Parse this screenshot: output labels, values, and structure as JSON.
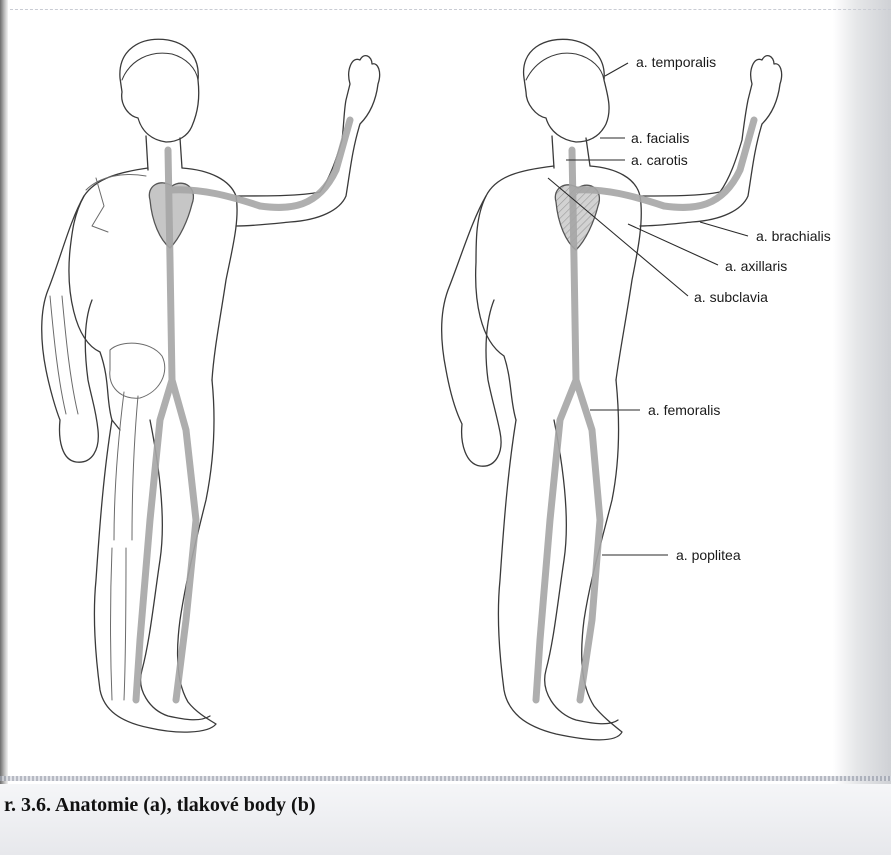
{
  "figure": {
    "caption": "r. 3.6. Anatomie (a), tlakové body (b)",
    "labels": {
      "temporalis": "a. temporalis",
      "facialis": "a. facialis",
      "carotis": "a. carotis",
      "brachialis": "a. brachialis",
      "axillaris": "a. axillaris",
      "subclavia": "a. subclavia",
      "femoralis": "a. femoralis",
      "poplitea": "a. poplitea"
    }
  }
}
